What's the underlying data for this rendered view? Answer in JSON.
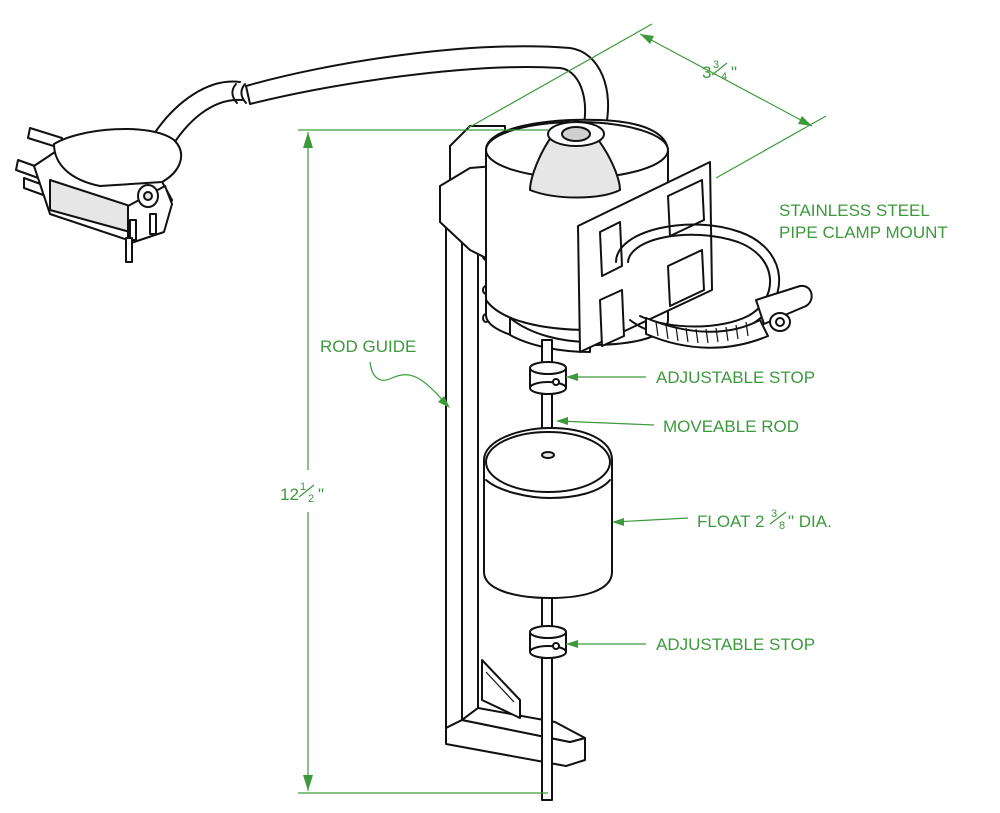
{
  "colors": {
    "annotation": "#3c9a3c",
    "ink": "#111111"
  },
  "labels": {
    "clamp_line1": "STAINLESS STEEL",
    "clamp_line2": "PIPE CLAMP MOUNT",
    "rod_guide": "ROD GUIDE",
    "stop_upper": "ADJUSTABLE STOP",
    "moveable_rod": "MOVEABLE ROD",
    "float_prefix": "FLOAT 2",
    "float_num": "3",
    "float_den": "8",
    "float_suffix": "\" DIA.",
    "stop_lower": "ADJUSTABLE STOP"
  },
  "dimensions": {
    "width_whole": "3",
    "width_num": "3",
    "width_den": "4",
    "width_unit": "\"",
    "height_whole": "12",
    "height_num": "1",
    "height_den": "2",
    "height_unit": "\""
  }
}
